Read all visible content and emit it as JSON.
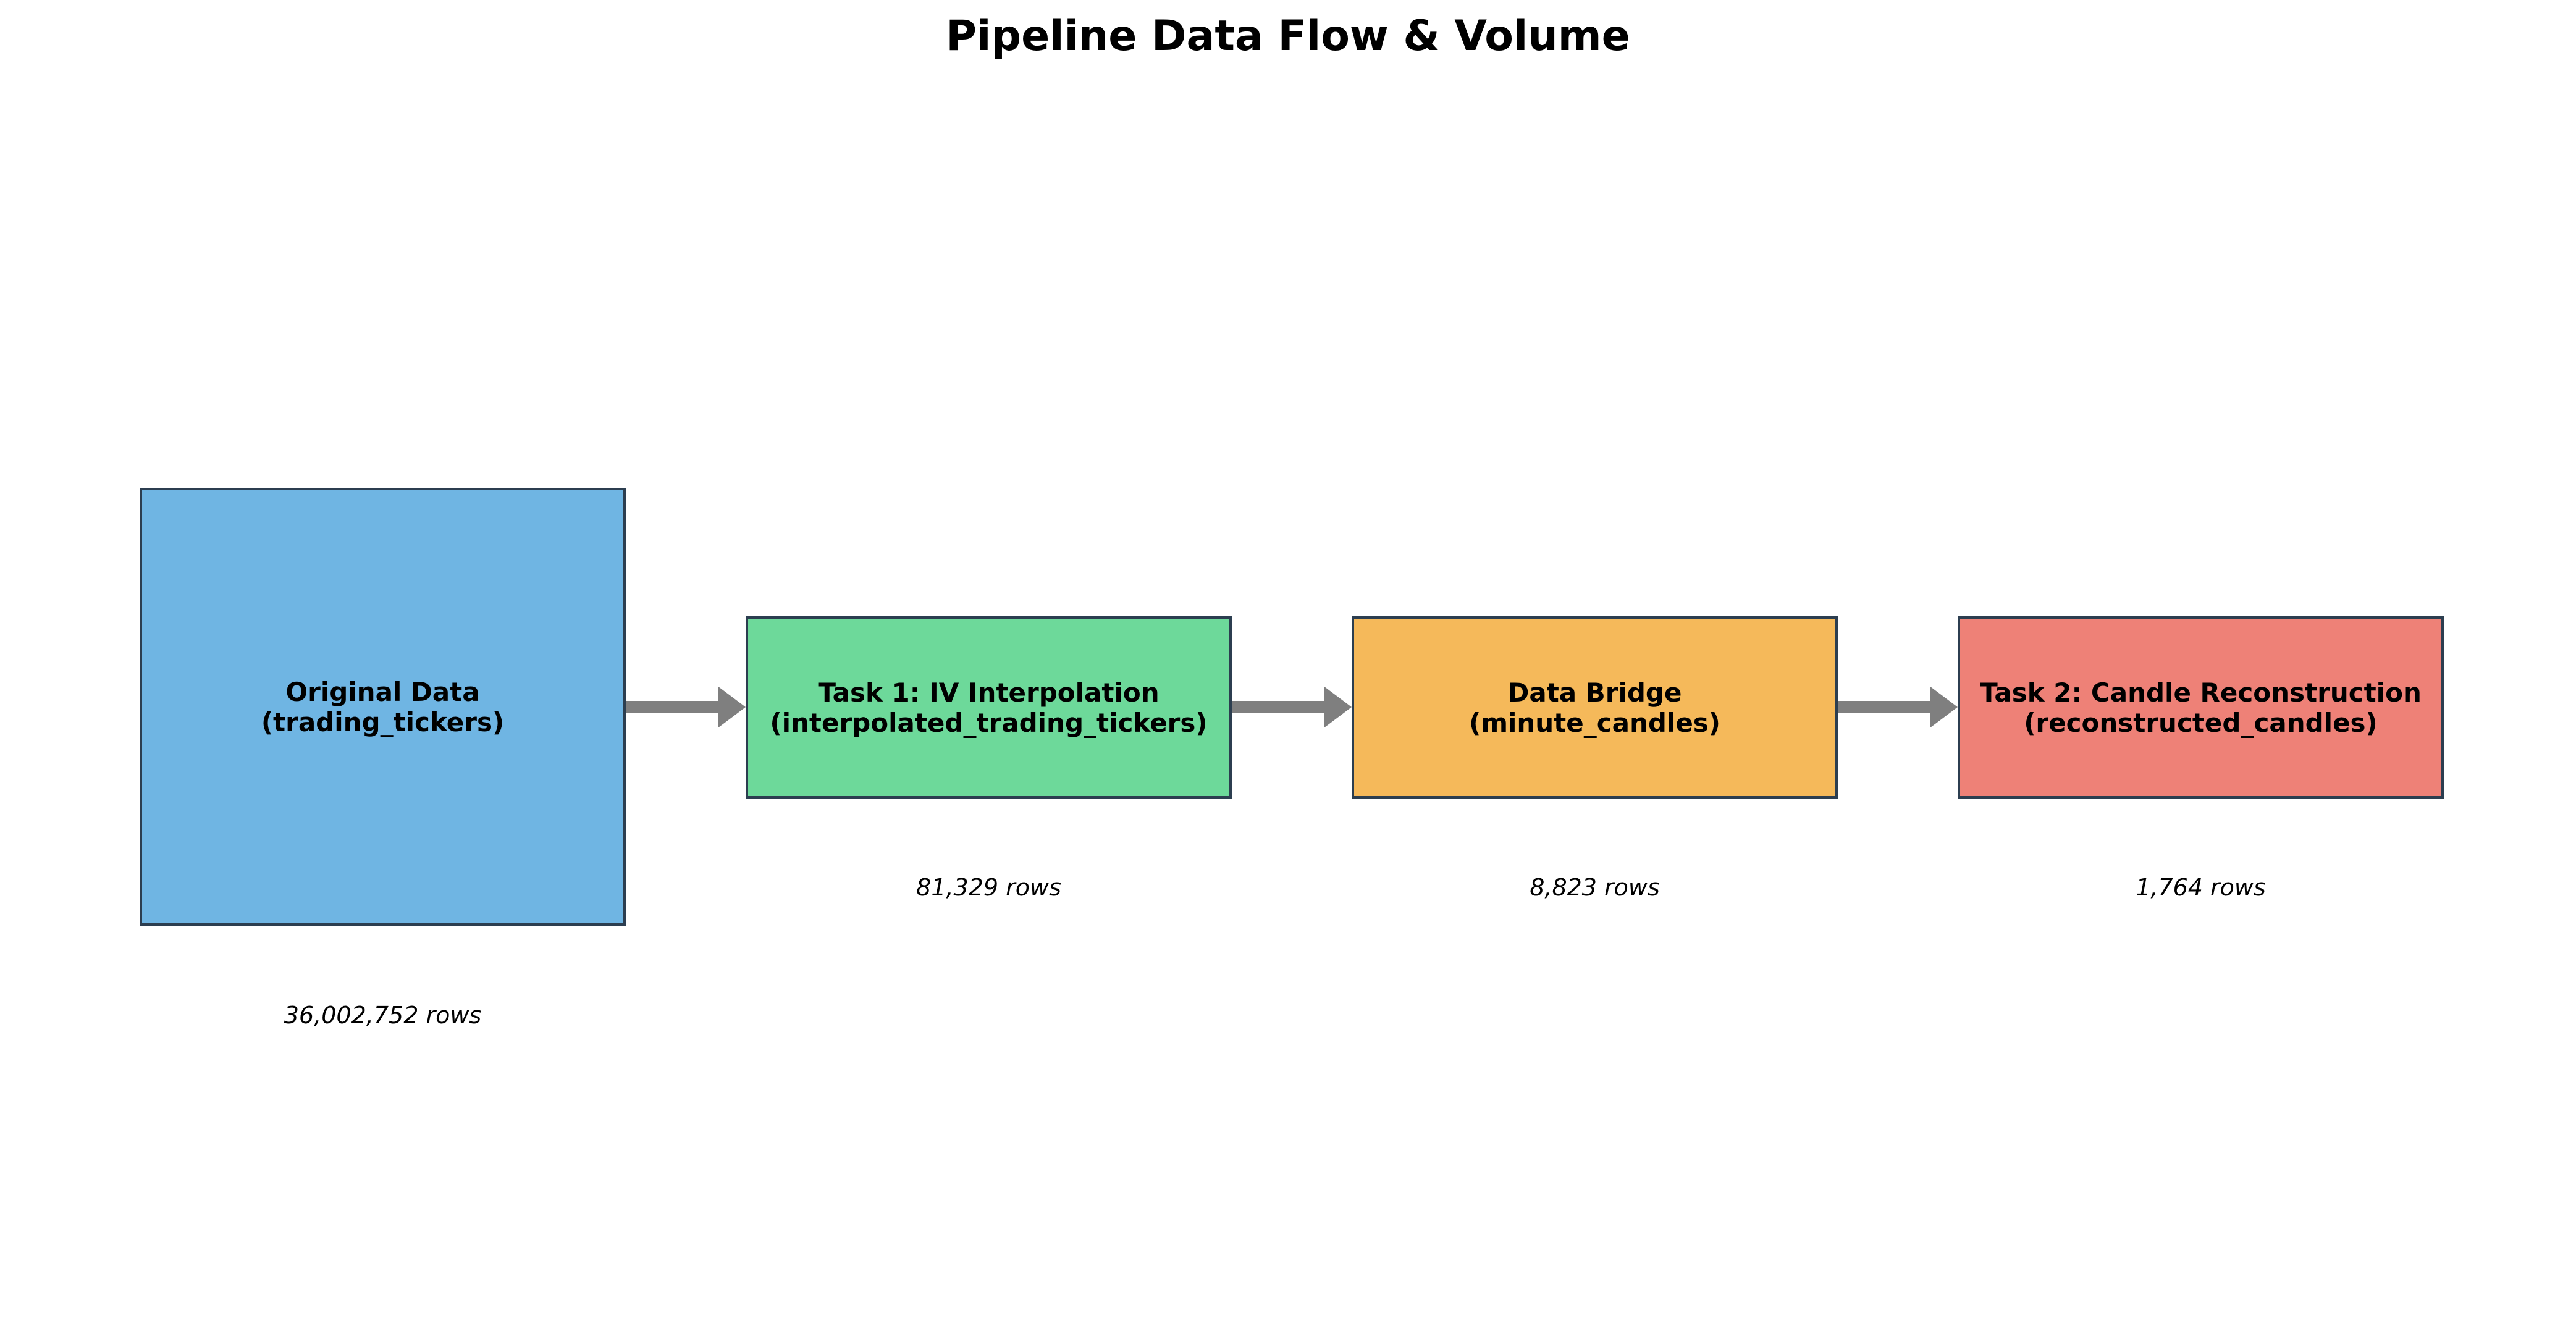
{
  "title": "Pipeline Data Flow & Volume",
  "nodes": [
    {
      "name_line1": "Original Data",
      "name_line2": "(trading_tickers)",
      "rows": "36,002,752 rows",
      "color": "#6fb5e3"
    },
    {
      "name_line1": "Task 1: IV Interpolation",
      "name_line2": "(interpolated_trading_tickers)",
      "rows": "81,329 rows",
      "color": "#6dd99a"
    },
    {
      "name_line1": "Data Bridge",
      "name_line2": "(minute_candles)",
      "rows": "8,823 rows",
      "color": "#f5b95a"
    },
    {
      "name_line1": "Task 2: Candle Reconstruction",
      "name_line2": "(reconstructed_candles)",
      "rows": "1,764 rows",
      "color": "#ee8177"
    }
  ],
  "colors": {
    "border": "#2c3e50",
    "arrow": "#7f7f7f"
  },
  "arrows": [
    {
      "from": 0,
      "to": 1
    },
    {
      "from": 1,
      "to": 2
    },
    {
      "from": 2,
      "to": 3
    }
  ]
}
